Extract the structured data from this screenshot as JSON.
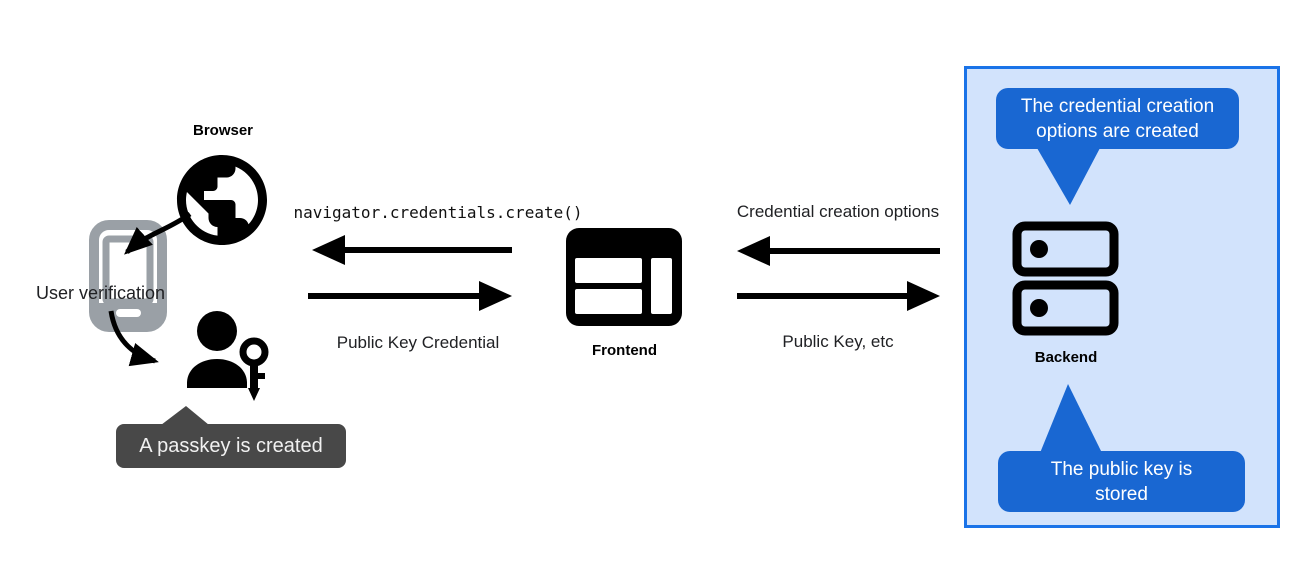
{
  "left": {
    "browser_label": "Browser",
    "user_verification": "User verification",
    "passkey_tooltip": "A passkey is created"
  },
  "center": {
    "frontend_label": "Frontend",
    "create_call": "navigator.credentials.create()",
    "public_key_credential": "Public Key Credential"
  },
  "right": {
    "backend_label": "Backend",
    "credential_creation_options": "Credential creation options",
    "public_key_etc": "Public Key, etc",
    "bubble_top_lines": [
      "The credential creation",
      "options are created"
    ],
    "bubble_bottom_lines": [
      "The public key is",
      "stored"
    ]
  },
  "icons": {
    "globe": "globe-icon",
    "phone": "smartphone-icon",
    "user_key": "user-passkey-icon",
    "frontend": "browser-window-icon",
    "backend": "server-icon"
  },
  "colors": {
    "bubble_blue": "#1967d2",
    "panel_border_blue": "#1a73e8",
    "panel_bg_blue": "#d2e3fc",
    "tooltip_gray": "#484848",
    "phone_gray": "#9aa0a6",
    "ink": "#000000"
  }
}
